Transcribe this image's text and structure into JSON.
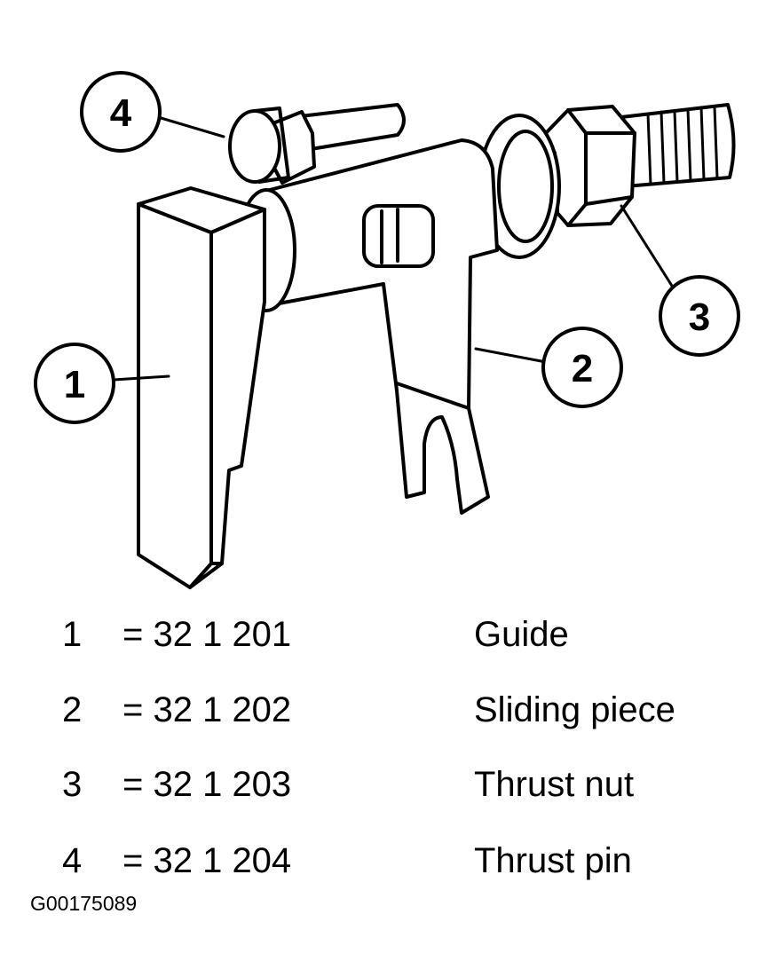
{
  "callouts": [
    "1",
    "2",
    "3",
    "4"
  ],
  "legend": [
    {
      "num": "1",
      "part": "= 32 1 201",
      "desc": "Guide"
    },
    {
      "num": "2",
      "part": "= 32 1 202",
      "desc": "Sliding piece"
    },
    {
      "num": "3",
      "part": "= 32 1 203",
      "desc": "Thrust nut"
    },
    {
      "num": "4",
      "part": "= 32 1 204",
      "desc": "Thrust pin"
    }
  ],
  "figure_code": "G00175089",
  "colors": {
    "ink": "#000000",
    "paper": "#ffffff"
  }
}
